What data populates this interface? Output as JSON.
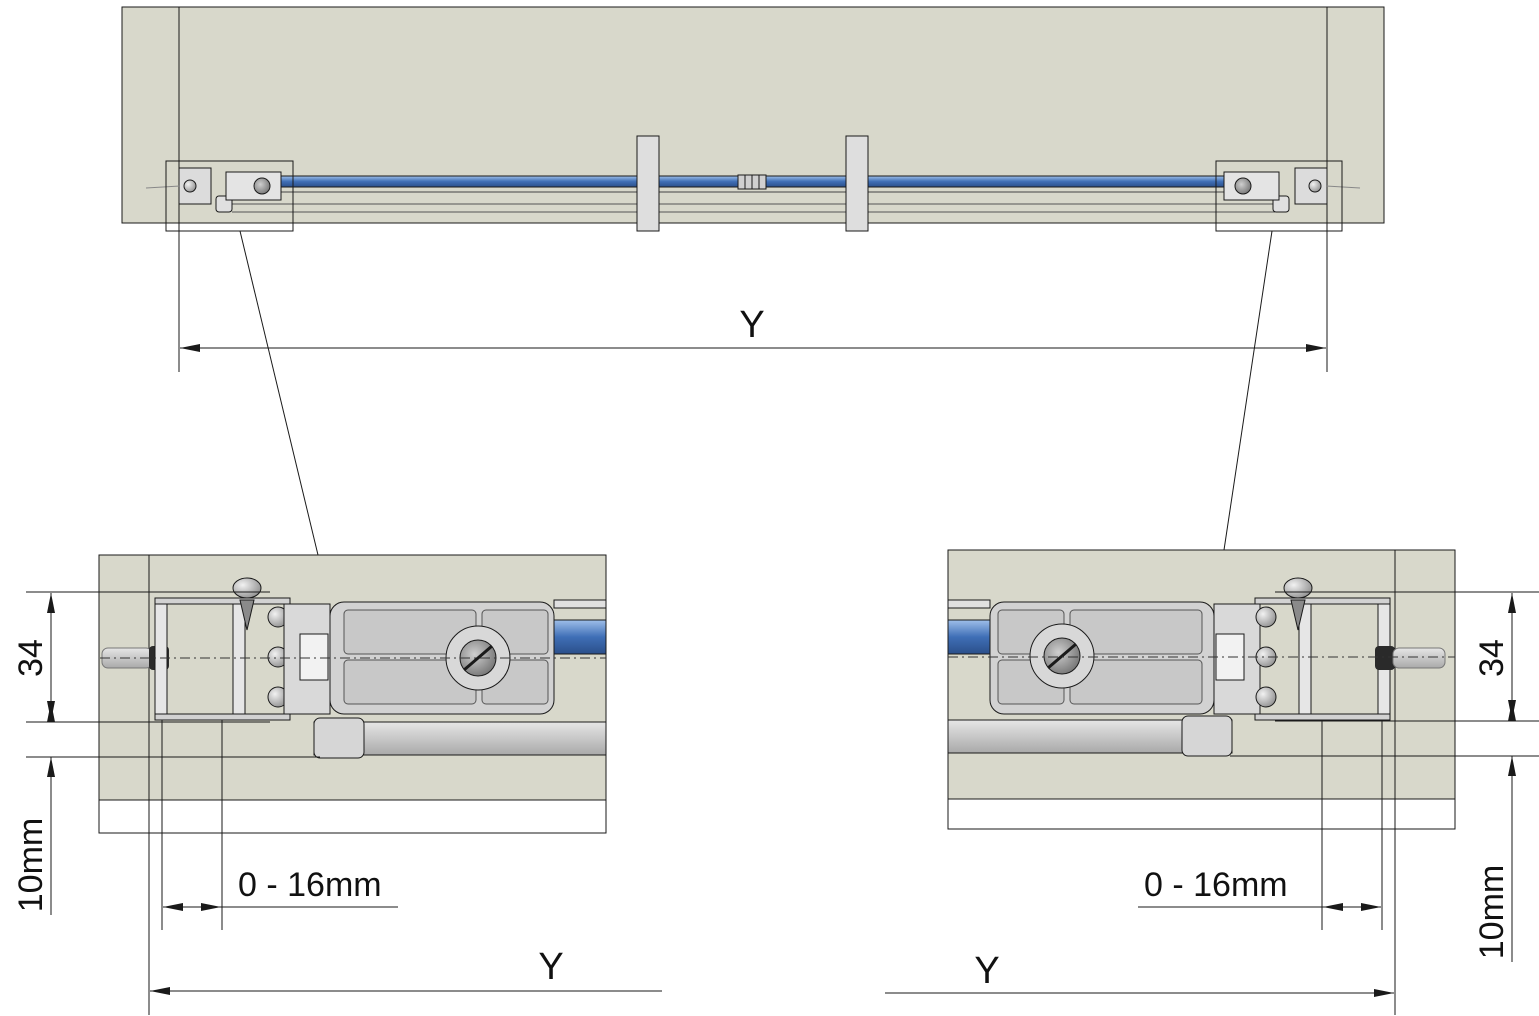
{
  "colors": {
    "background": "#ffffff",
    "wall": "#d8d8cb",
    "wall_light": "#ffffff",
    "steel": "#c9c9c9",
    "steel_dark": "#9a9a9a",
    "rod_blue": "#3d6fb8",
    "rod_blue_light": "#8fb2e6",
    "line": "#1a1a1a"
  },
  "labels": {
    "top_width": "Y",
    "left_width": "Y",
    "right_width": "Y",
    "left_adjust": "0 - 16mm",
    "right_adjust": "0 - 16mm",
    "left_height": "34",
    "right_height": "34",
    "left_offset": "10mm",
    "right_offset": "10mm"
  },
  "icons": {
    "screw": "screw-icon",
    "dowel": "wall-plug-icon",
    "knob": "adjust-knob-icon"
  }
}
